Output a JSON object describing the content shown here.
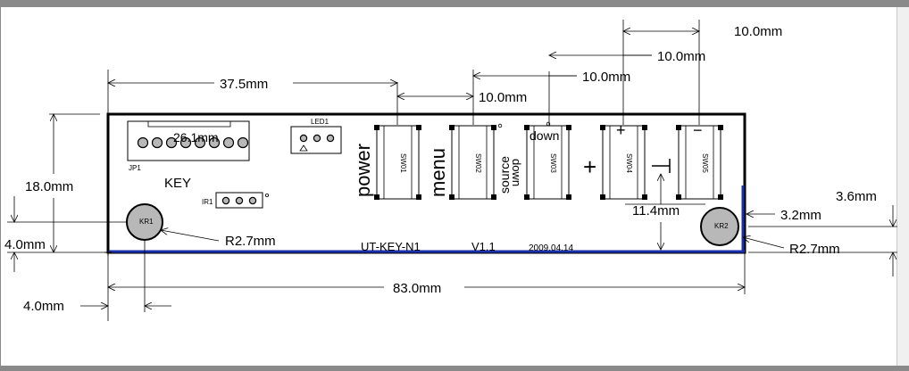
{
  "dimensions": {
    "width_37_5": "37.5mm",
    "sw_pitch_1": "10.0mm",
    "sw_pitch_2": "10.0mm",
    "sw_pitch_3": "10.0mm",
    "sw_pitch_4": "10.0mm",
    "height_18": "18.0mm",
    "hole_4_vert": "4.0mm",
    "hole_4_horiz": "4.0mm",
    "width_83": "83.0mm",
    "hole_r_left": "R2.7mm",
    "hole_r_right": "R2.7mm",
    "right_3_6": "3.6mm",
    "right_3_2": "3.2mm",
    "height_11_4": "11.4mm",
    "jp1_width": "26.1mm"
  },
  "silkscreen": {
    "jp1": "JP1",
    "key": "KEY",
    "led1": "LED1",
    "ir1": "IR1",
    "power": "power",
    "menu": "menu",
    "source": "source",
    "down_rot": "down",
    "down": "down",
    "plus_small": "+",
    "plus_big": "+",
    "minus": "−",
    "sw01": "SW01",
    "sw02": "SW02",
    "sw03": "SW03",
    "sw04": "SW04",
    "sw05": "SW05",
    "kr1": "KR1",
    "kr2": "KR2",
    "board_id": "UT-KEY-N1",
    "version": "V1.1",
    "date": "2009.04.14"
  }
}
